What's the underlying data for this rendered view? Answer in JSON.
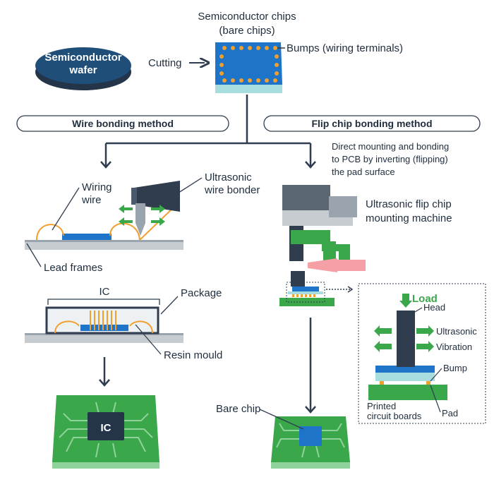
{
  "labels": {
    "semiconductor_chips": "Semiconductor chips",
    "bare_chips": "(bare chips)",
    "wafer_line1": "Semiconductor",
    "wafer_line2": "wafer",
    "cutting": "Cutting",
    "bumps": "Bumps (wiring terminals)",
    "wire_bonding_method": "Wire bonding method",
    "flip_chip_method": "Flip chip bonding method",
    "flip_desc_1": "Direct mounting and bonding",
    "flip_desc_2": "to PCB by inverting (flipping)",
    "flip_desc_3": "the pad surface",
    "wiring_1": "Wiring",
    "wiring_2": "wire",
    "ultrasonic_wire_1": "Ultrasonic",
    "ultrasonic_wire_2": "wire bonder",
    "flip_machine_1": "Ultrasonic flip chip",
    "flip_machine_2": "mounting machine",
    "lead_frames": "Lead frames",
    "ic": "IC",
    "package": "Package",
    "resin_mould": "Resin mould",
    "load": "Load",
    "head": "Head",
    "ultrasonic": "Ultrasonic",
    "vibration": "Vibration",
    "bump": "Bump",
    "pcb_1": "Printed",
    "pcb_2": "circuit boards",
    "pad": "Pad",
    "bare_chip": "Bare chip",
    "ic_chip": "IC"
  },
  "colors": {
    "navy": "#1f4e79",
    "blue": "#1e74c8",
    "dark": "#2f3d4f",
    "gray": "#9aa4ae",
    "light_gray": "#c7ccd1",
    "green": "#3aa74b",
    "light_green": "#8fd29a",
    "orange": "#f0a030",
    "pink": "#f4a0a6"
  }
}
